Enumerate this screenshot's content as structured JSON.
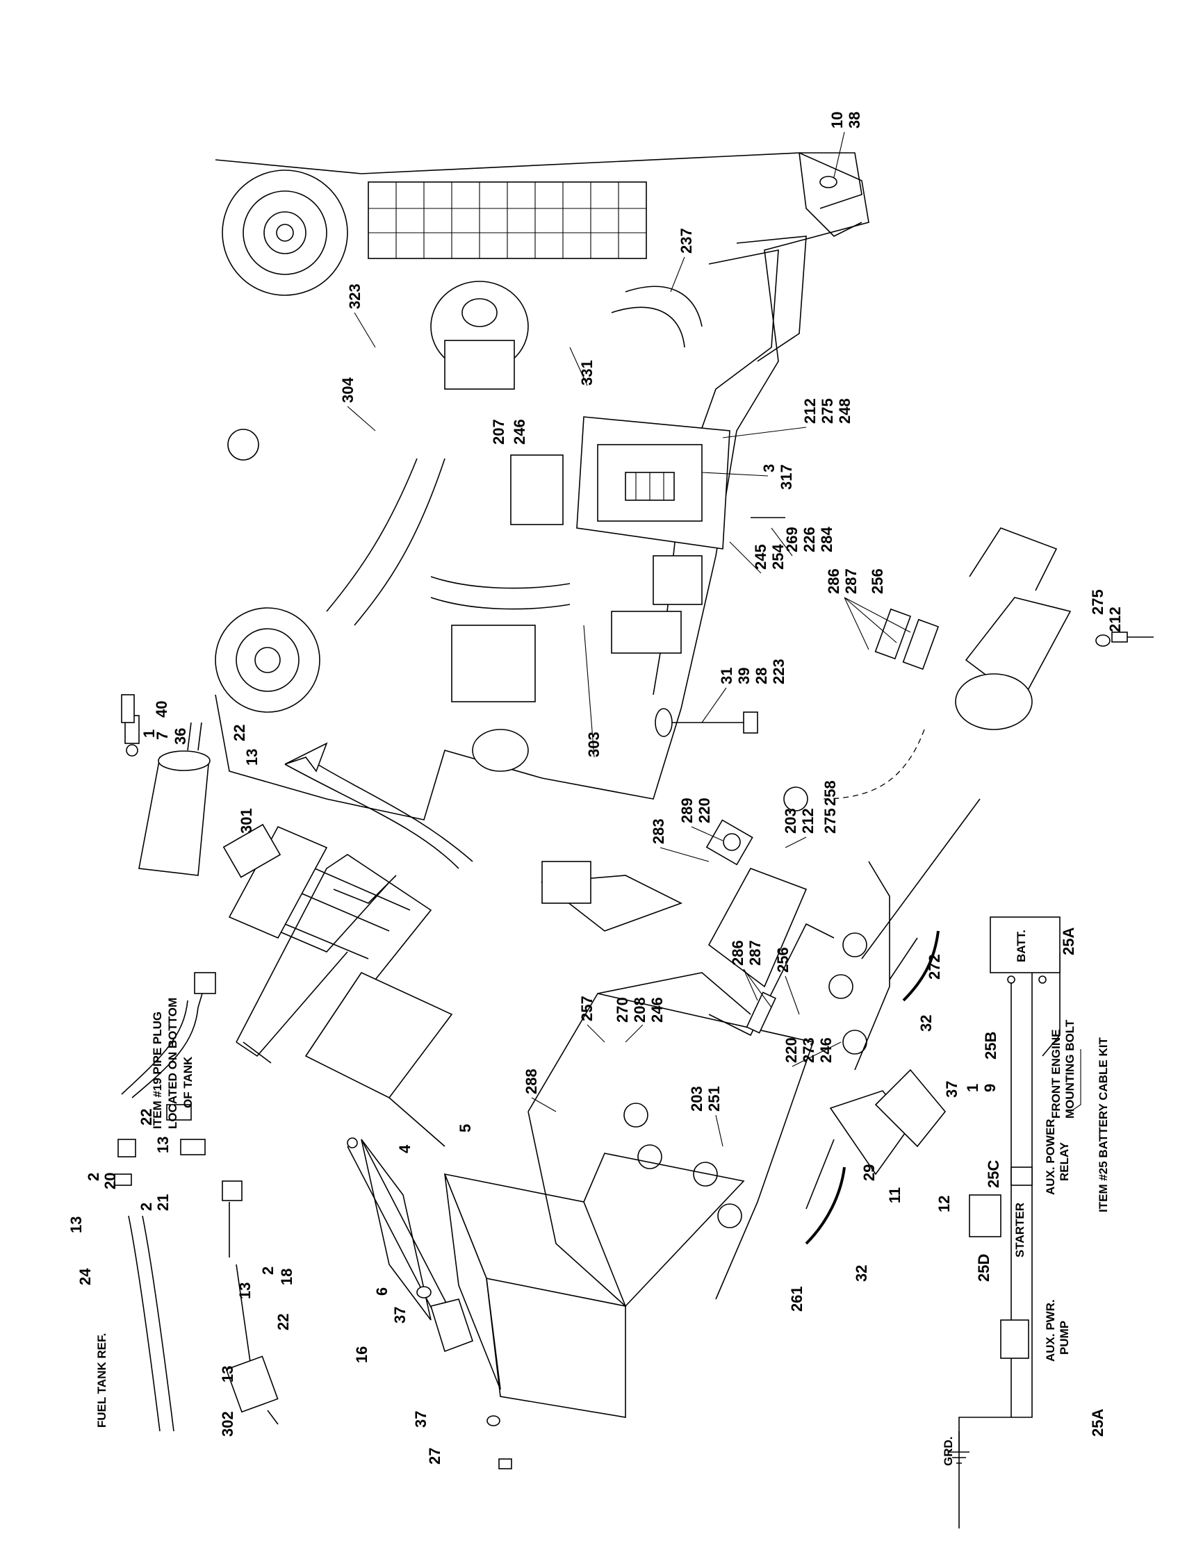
{
  "callouts": {
    "c10": "10",
    "c38": "38",
    "c237": "237",
    "c323": "323",
    "c331": "331",
    "c304": "304",
    "c212a": "212",
    "c275a": "275",
    "c248": "248",
    "c207": "207",
    "c246a": "246",
    "c3": "3",
    "c317": "317",
    "c269": "269",
    "c226": "226",
    "c284": "284",
    "c245": "245",
    "c254": "254",
    "c286a": "286",
    "c287a": "287",
    "c256a": "256",
    "c275b": "275",
    "c212b": "212",
    "c31": "31",
    "c39a": "39",
    "c28": "28",
    "c223": "223",
    "c303": "303",
    "c40": "40",
    "c1a": "1",
    "c7": "7",
    "c36": "36",
    "c22a": "22",
    "c13a": "13",
    "c301": "301",
    "c258": "258",
    "c289": "289",
    "c220a": "220",
    "c283": "283",
    "c203a": "203",
    "c212c": "212",
    "c275c": "275",
    "c286b": "286",
    "c287b": "287",
    "c256b": "256",
    "c257": "257",
    "c270": "270",
    "c208": "208",
    "c246b": "246",
    "c220b": "220",
    "c273": "273",
    "c246c": "246",
    "c272": "272",
    "c32a": "32",
    "c203b": "203",
    "c251": "251",
    "c288": "288",
    "c37a": "37",
    "c1b": "1",
    "c9": "9",
    "c22b": "22",
    "c13b": "13",
    "c2a": "2",
    "c20": "20",
    "c2b": "2",
    "c21": "21",
    "c13c": "13",
    "c24": "24",
    "c2c": "2",
    "c18": "18",
    "c13d": "13",
    "c22c": "22",
    "c13e": "13",
    "c302": "302",
    "c4": "4",
    "c5": "5",
    "c6": "6",
    "c37b": "37",
    "c16": "16",
    "c37c": "37",
    "c27": "27",
    "c29": "29",
    "c11": "11",
    "c12": "12",
    "c32b": "32",
    "c261": "261",
    "c25A1": "25A",
    "c25B": "25B",
    "c25C": "25C",
    "c25D": "25D",
    "c25A2": "25A"
  },
  "notes": {
    "pipe_plug_1": "ITEM #19 PIPE PLUG",
    "pipe_plug_2": "LOCATED ON BOTTOM",
    "pipe_plug_3": "OF TANK",
    "fuel_tank_ref": "FUEL TANK REF.",
    "batt": "BATT.",
    "front_engine_1": "FRONT ENGINE",
    "front_engine_2": "MOUNTING BOLT",
    "aux_power_1": "AUX. POWER",
    "aux_power_2": "RELAY",
    "starter": "STARTER",
    "aux_pump_1": "AUX. PWR.",
    "aux_pump_2": "PUMP",
    "grd": "GRD.",
    "battery_kit": "ITEM #25 BATTERY CABLE KIT"
  }
}
